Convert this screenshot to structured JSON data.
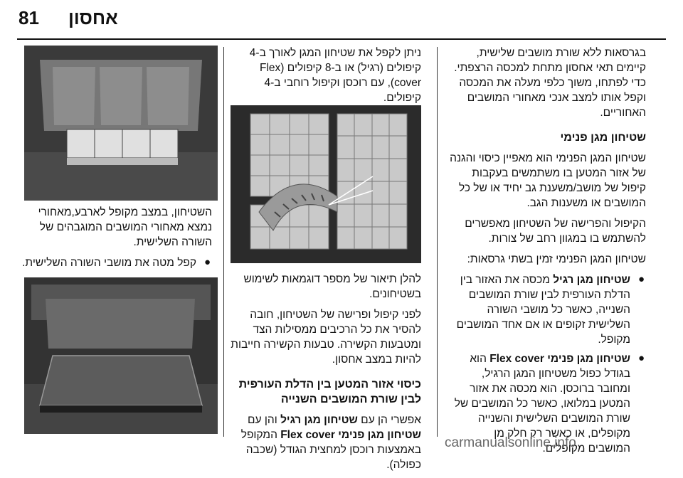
{
  "header": {
    "page_number": "81",
    "chapter_title": "אחסון"
  },
  "col1": {
    "intro": "בגרסאות ללא שורת מושבים שלישית, קיימים תאי אחסון מתחת למכסה הרצפתי. כדי לפתחו, משוך כלפי מעלה את המכסה וקפל אותו למצב אנכי מאחורי המושבים האחוריים.",
    "heading": "שטיחון מגן פנימי",
    "p1": "שטיחון המגן הפנימי הוא מאפיין כיסוי והגנה של אזור המטען בו משתמשים בעקבות קיפול של מושב/משענת גב יחיד או של כל המושבים או משענות הגב.",
    "p2": "הקיפול והפרישה של השטיחון מאפשרים להשתמש בו במגוון רחב של צורות.",
    "p3": "שטיחון המגן הפנימי זמין בשתי גרסאות:",
    "bullet1_bold": "שטיחון מגן רגיל",
    "bullet1_rest": " מכסה את האזור בין הדלת העורפית לבין שורת המושבים השנייה, כאשר כל מושבי השורה השלישית זקופים או אם אחד המושבים מקופל.",
    "bullet2_bold": "שטיחון מגן פנימי Flex cover",
    "bullet2_rest": " הוא בגודל כפול משטיחון המגן הרגיל, ומחובר ברוכסן. הוא מכסה את אזור המטען במלואו, כאשר כל המושבים של שורת המושבים השלישית והשנייה מקופלים, או כאשר רק חלק מן המושבים מקופלים."
  },
  "col2": {
    "p1": "ניתן לקפל את שטיחון המגן לאורך ב-4 קיפולים (רגיל) או ב-8 קיפולים (Flex cover), עם רוכסן וקיפול רוחבי ב-4 קיפולים.",
    "p2": "להלן תיאור של מספר דוגמאות לשימוש בשטיחונים.",
    "p3": "לפני קיפול ופרישה של השטיחון, חובה להסיר את כל הרכיבים ממסילות הצד ומטבעות הקשירה. טבעות הקשירה חייבות להיות במצב אחסון.",
    "heading": "כיסוי אזור המטען בין הדלת העורפית לבין שורת המושבים השנייה",
    "p4_a": "אפשרי הן עם ",
    "p4_b1": "שטיחון מגן רגיל",
    "p4_c": " והן עם ",
    "p4_b2": "שטיחון מגן פנימי Flex cover",
    "p4_d": " המקופל באמצעות רוכסן למחצית הגודל (שכבה כפולה)."
  },
  "col3": {
    "p1": "השטיחון, במצב מקופל לארבע,מאחורי נמצא מאחורי המושבים המוגבהים של השורה השלישית.",
    "bullet": "קפל מטה את מושבי השורה השלישית."
  },
  "colors": {
    "photo_dark": "#2b2b2b",
    "grid_fill": "#c9c9c9",
    "footer": "#666666"
  },
  "footer": {
    "watermark": "carmanualsonline.info"
  }
}
